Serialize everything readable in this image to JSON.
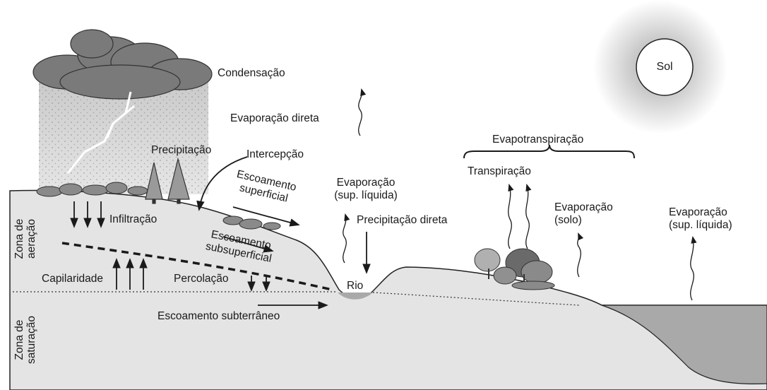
{
  "labels": {
    "sol": "Sol",
    "condensacao": "Condensação",
    "evaporacao_direta": "Evaporação direta",
    "evapotranspiracao": "Evapotranspiração",
    "precipitacao": "Precipitação",
    "intercepcao": "Intercepção",
    "escoamento_superficial_1": "Escoamento",
    "escoamento_superficial_2": "superficial",
    "evaporacao_sup_liquida_rio_1": "Evaporação",
    "evaporacao_sup_liquida_rio_2": "(sup. líquida)",
    "transpiracao": "Transpiração",
    "evaporacao_solo_1": "Evaporação",
    "evaporacao_solo_2": "(solo)",
    "evaporacao_sup_liquida_mar_1": "Evaporação",
    "evaporacao_sup_liquida_mar_2": "(sup. líquida)",
    "infiltracao": "Infiltração",
    "precipitacao_direta": "Precipitação direta",
    "escoamento_subsuperficial_1": "Escoamento",
    "escoamento_subsuperficial_2": "subsuperficial",
    "zona_aeracao_1": "Zona de",
    "zona_aeracao_2": "aeração",
    "capilaridade": "Capilaridade",
    "percolacao": "Percolação",
    "rio": "Rio",
    "escoamento_subterraneo": "Escoamento subterrâneo",
    "zona_saturacao_1": "Zona de",
    "zona_saturacao_2": "saturação"
  },
  "colors": {
    "ground": "#e4e4e4",
    "water": "#a9a9a9",
    "cloud": "#7a7a7a",
    "ink": "#1a1a1a"
  },
  "icons": [
    "sun-icon",
    "storm-cloud-icon",
    "lightning-icon",
    "tree-icon",
    "shrub-icon"
  ]
}
